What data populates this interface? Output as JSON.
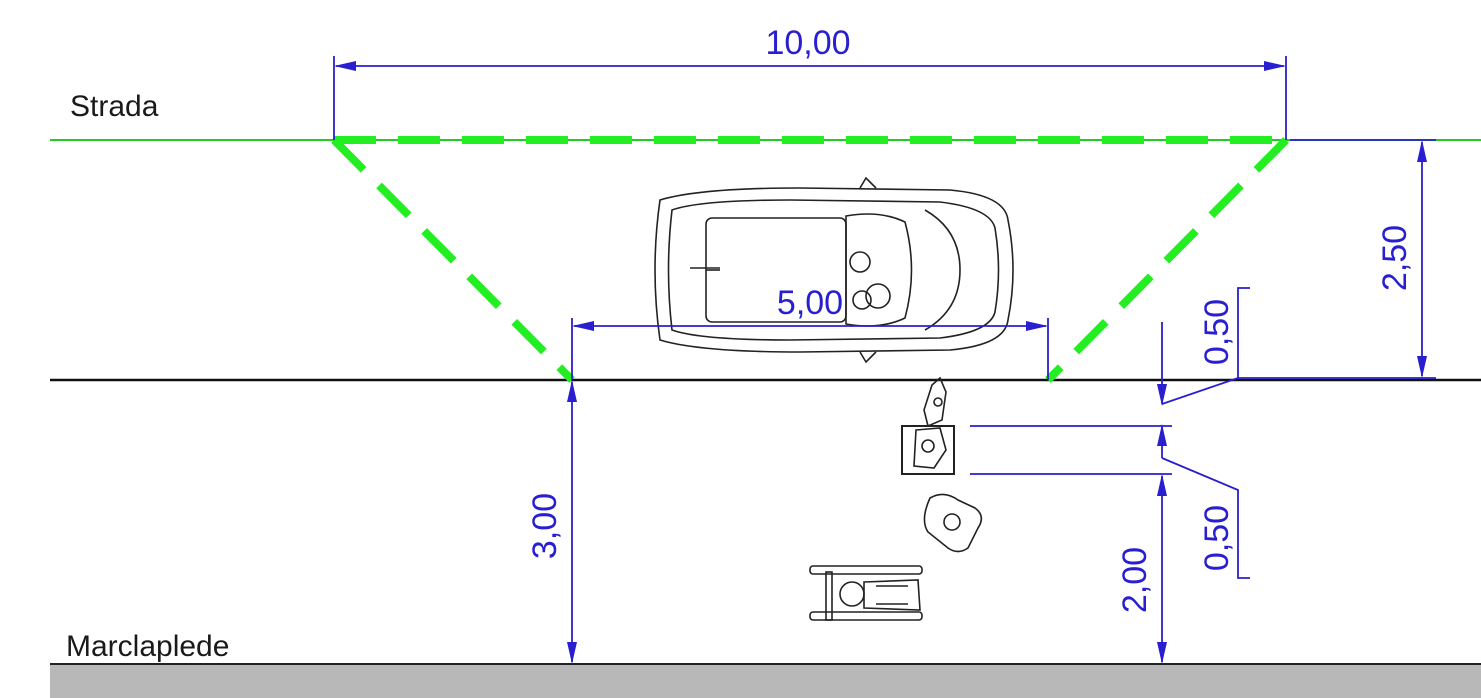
{
  "labels": {
    "road": "Strada",
    "sidewalk": "Marclaplede"
  },
  "dimensions": {
    "top_width": "10,00",
    "bottom_width": "5,00",
    "triangle_depth": "2,50",
    "sidewalk_depth": "3,00",
    "offset_upper": "0,50",
    "offset_lower": "0,50",
    "pedestrian_clearance": "2,00"
  },
  "colors": {
    "dimension_lines": "#2a1fd0",
    "visibility_triangle": "#22ee22",
    "road_edge": "#22cc22",
    "curb": "#111111",
    "ground_strip": "#b8b8b8"
  },
  "icons": {
    "vehicle": "car-top-view-icon",
    "pedestrian_walking": "pedestrian-icon",
    "pedestrian_with_cart": "pedestrian-with-stroller-icon",
    "wheelchair": "wheelchair-user-icon"
  }
}
